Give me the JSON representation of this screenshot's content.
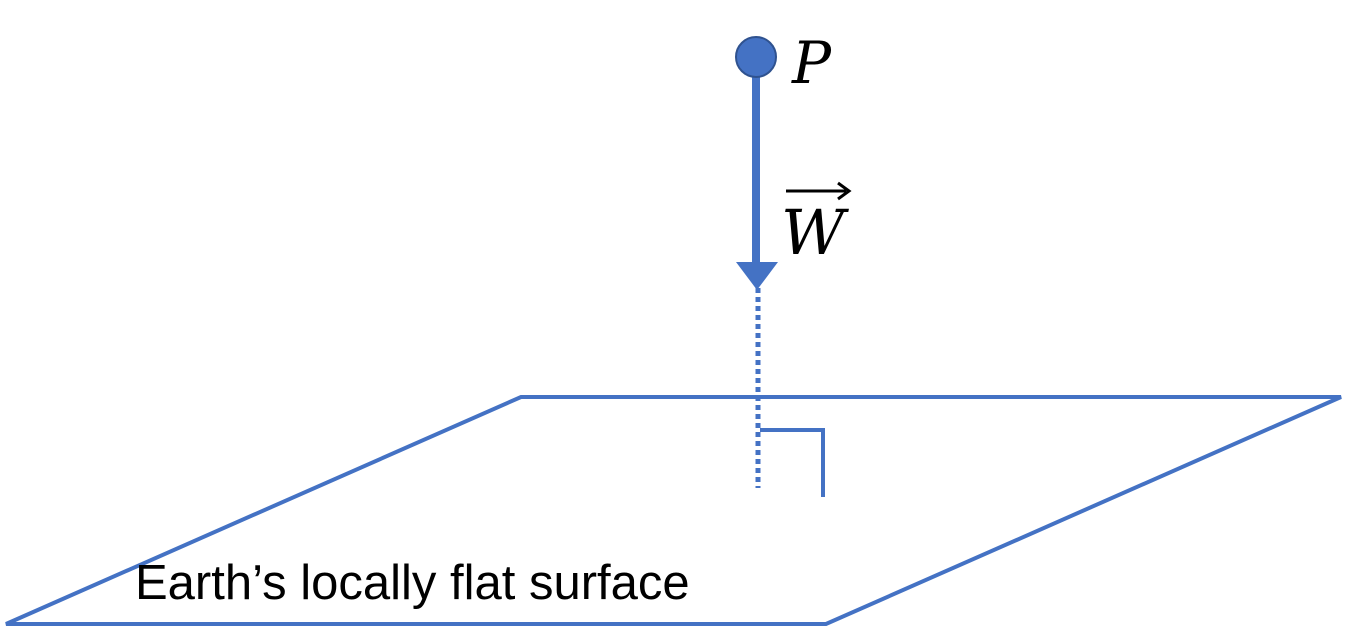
{
  "diagram": {
    "point_label": "P",
    "vector_label": "W",
    "surface_label": "Earth’s locally flat surface",
    "colors": {
      "accent": "#4472c4",
      "text": "#000000",
      "background": "#ffffff"
    }
  }
}
